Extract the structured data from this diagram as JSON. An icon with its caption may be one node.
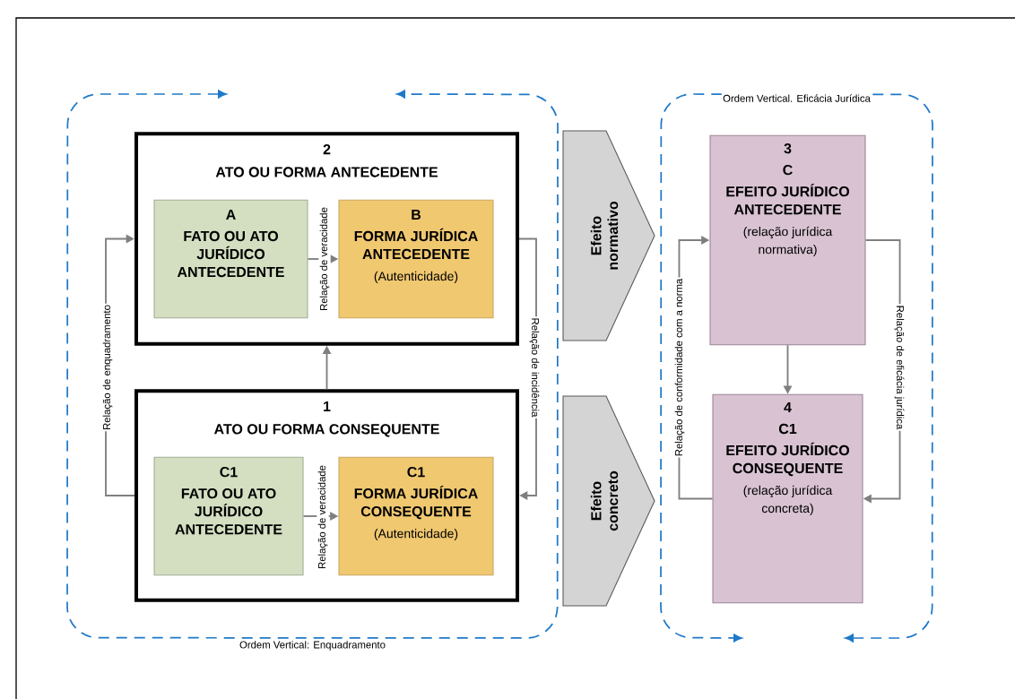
{
  "diagram": {
    "nodes": [
      {
        "text": [
          "Ordem Vertical: Enquadramento"
        ]
      },
      {
        "text": [
          "2",
          "ATO OU FORMA ANTECEDENTE"
        ],
        "in": 0
      },
      {
        "text": [
          "A",
          "FATO OU ATO JURÍDICO ANTECEDENTE"
        ],
        "in": 1
      },
      {
        "text": [
          "B",
          "FORMA JURÍDICA ANTECEDENTE",
          "(Autenticidade)"
        ],
        "in": 1
      },
      {
        "text": [
          "1",
          "ATO OU FORMA CONSEQUENTE"
        ],
        "in": 0
      },
      {
        "text": [
          "C1",
          "FATO OU ATO JURÍDICO ANTECEDENTE"
        ],
        "in": 4
      },
      {
        "text": [
          "C1",
          "FORMA JURÍDICA CONSEQUENTE",
          "(Autenticidade)"
        ],
        "in": 4
      },
      {
        "text": [
          "Efeito normativo"
        ]
      },
      {
        "text": [
          "Efeito concreto"
        ]
      },
      {
        "text": [
          "Ordem Vertical. Eficácia Jurídica"
        ]
      },
      {
        "text": [
          "3",
          "C",
          "EFEITO JURÍDICO ANTECEDENTE",
          "(relação jurídica normativa)"
        ],
        "in": 9
      },
      {
        "text": [
          "4",
          "C1",
          "EFEITO JURÍDICO CONSEQUENTE",
          "(relação jurídica concreta)"
        ],
        "in": 9
      }
    ],
    "edges": [
      {
        "from": 4,
        "to": 1,
        "arrow": "to",
        "label": "Relação de enquadramento"
      },
      {
        "from": 1,
        "to": 4,
        "arrow": "to",
        "label": "Relação de incidência"
      },
      {
        "from": 2,
        "to": 3,
        "arrow": "to",
        "label": "Relação de veracidade"
      },
      {
        "from": 5,
        "to": 6,
        "arrow": "to",
        "label": "Relação de veracidade"
      },
      {
        "from": 4,
        "to": 1,
        "arrow": "to"
      },
      {
        "from": 10,
        "to": 11,
        "arrow": "to"
      },
      {
        "from": 11,
        "to": 10,
        "arrow": "to",
        "label": "Relação de conformidade com a norma"
      },
      {
        "from": 10,
        "to": 11,
        "arrow": "to",
        "label": "Relação de eficácia jurídica"
      }
    ]
  }
}
